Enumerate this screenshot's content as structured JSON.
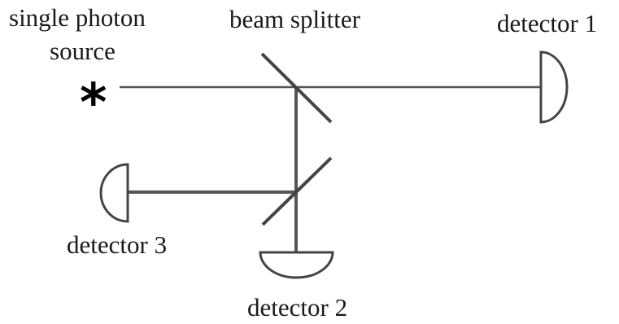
{
  "labels": {
    "source_line1": "single photon",
    "source_line2": "source",
    "beam_splitter": "beam splitter",
    "detector_1": "detector 1",
    "detector_2": "detector 2",
    "detector_3": "detector 3"
  },
  "source_symbol": "*",
  "colors": {
    "beam": "#555555",
    "component": "#444444",
    "text": "#1a1a1a"
  }
}
